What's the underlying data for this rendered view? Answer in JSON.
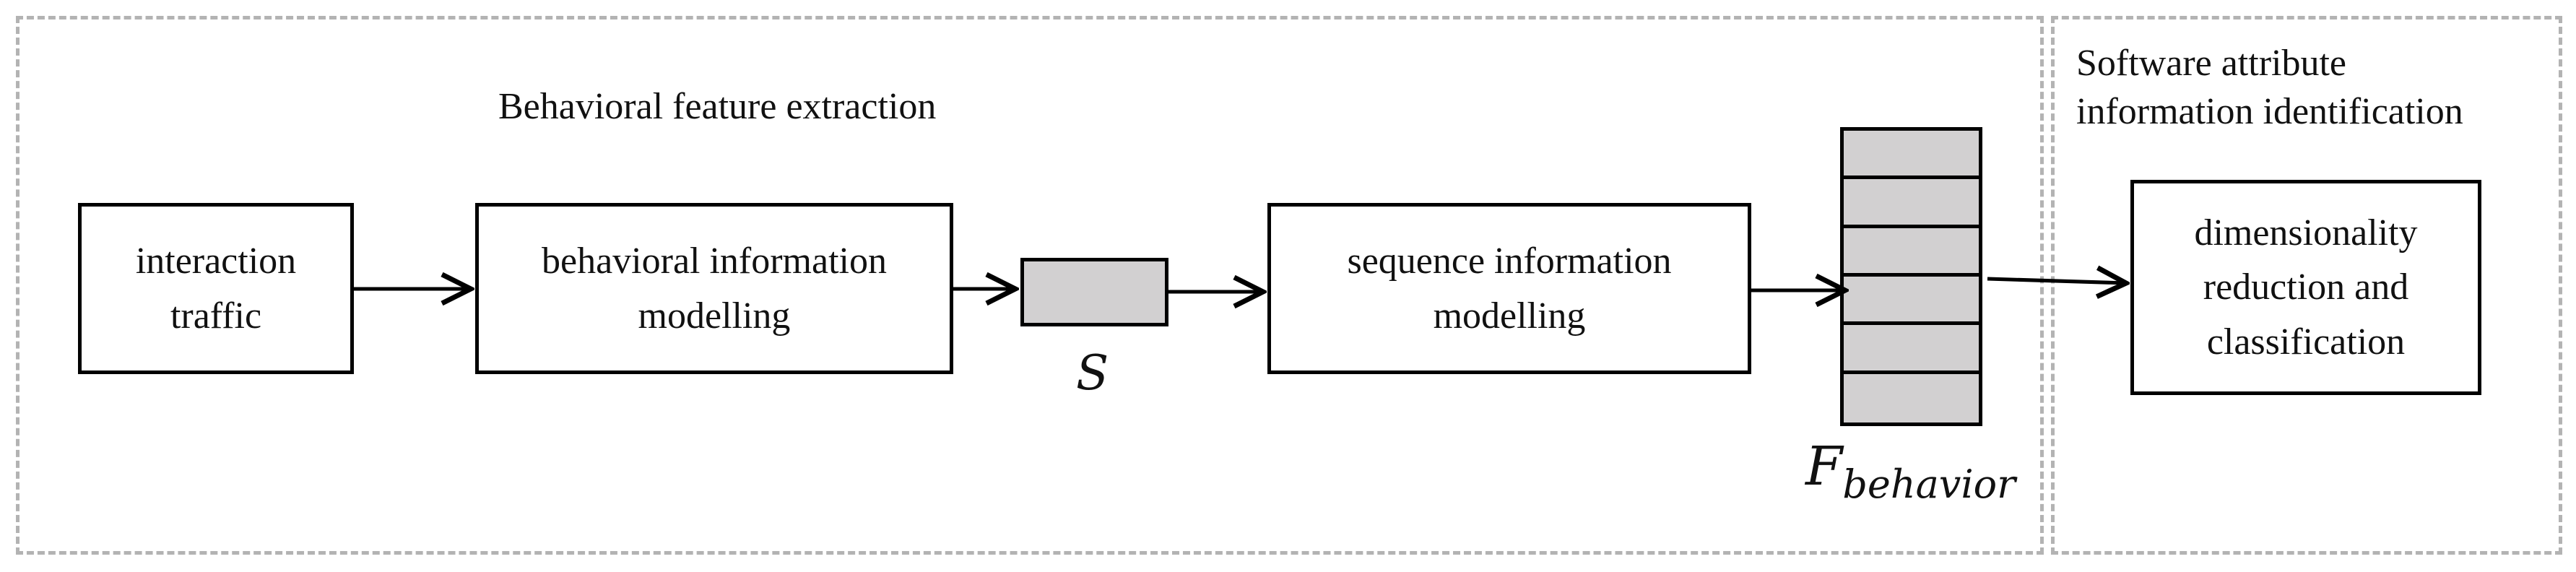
{
  "regions": {
    "extraction": {
      "title": "Behavioral feature extraction"
    },
    "identification": {
      "title_line1": "Software attribute",
      "title_line2": "information identification"
    }
  },
  "boxes": {
    "interaction": {
      "line1": "interaction",
      "line2": "traffic"
    },
    "behavioral_modelling": {
      "line1": "behavioral information",
      "line2": "modelling"
    },
    "sequence_modelling": {
      "line1": "sequence information",
      "line2": "modelling"
    },
    "classification": {
      "line1": "dimensionality",
      "line2": "reduction and",
      "line3": "classification"
    }
  },
  "symbols": {
    "s": "S",
    "f_main": "F",
    "f_sub": "behavior"
  },
  "feature_vector": {
    "cells": 6
  },
  "colors": {
    "fill": "#d2d0d1",
    "dash": "#b3b3b3",
    "stroke": "#000000"
  }
}
